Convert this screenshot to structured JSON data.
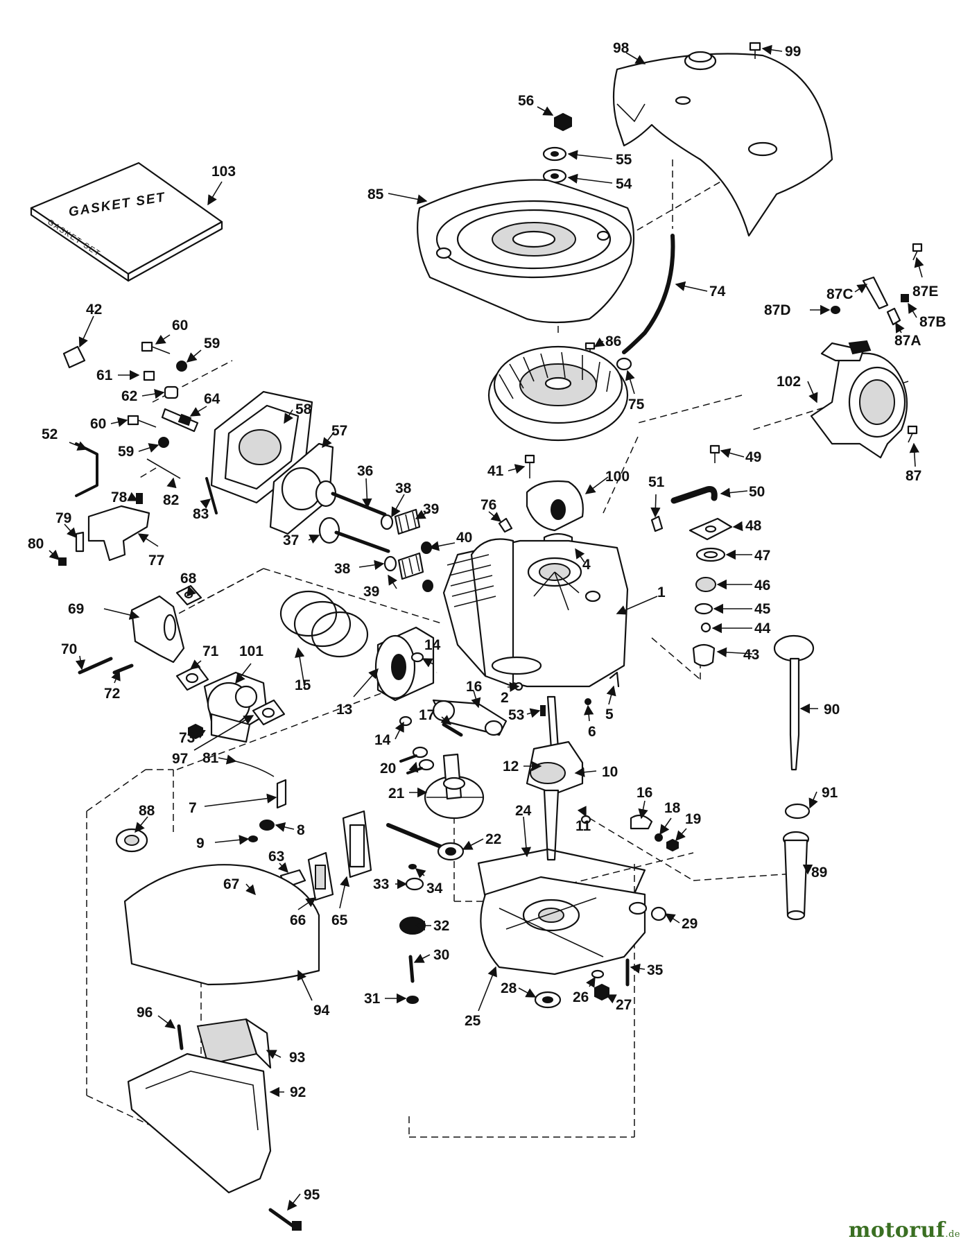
{
  "diagram": {
    "gasket_set_label": "GASKET SET",
    "gasket_set_side_label": "GASKET SET",
    "callouts": [
      {
        "id": "c98",
        "text": "98"
      },
      {
        "id": "c99",
        "text": "99"
      },
      {
        "id": "c56",
        "text": "56"
      },
      {
        "id": "c55",
        "text": "55"
      },
      {
        "id": "c54",
        "text": "54"
      },
      {
        "id": "c103",
        "text": "103"
      },
      {
        "id": "c85",
        "text": "85"
      },
      {
        "id": "c74",
        "text": "74"
      },
      {
        "id": "c87E",
        "text": "87E"
      },
      {
        "id": "c87C",
        "text": "87C"
      },
      {
        "id": "c87D",
        "text": "87D"
      },
      {
        "id": "c87B",
        "text": "87B"
      },
      {
        "id": "c87A",
        "text": "87A"
      },
      {
        "id": "c42",
        "text": "42"
      },
      {
        "id": "c60a",
        "text": "60"
      },
      {
        "id": "c59a",
        "text": "59"
      },
      {
        "id": "c86",
        "text": "86"
      },
      {
        "id": "c61",
        "text": "61"
      },
      {
        "id": "c62",
        "text": "62"
      },
      {
        "id": "c64",
        "text": "64"
      },
      {
        "id": "c75",
        "text": "75"
      },
      {
        "id": "c102",
        "text": "102"
      },
      {
        "id": "c58",
        "text": "58"
      },
      {
        "id": "c52",
        "text": "52"
      },
      {
        "id": "c60b",
        "text": "60"
      },
      {
        "id": "c57",
        "text": "57"
      },
      {
        "id": "c59b",
        "text": "59"
      },
      {
        "id": "c49",
        "text": "49"
      },
      {
        "id": "c41",
        "text": "41"
      },
      {
        "id": "c100",
        "text": "100"
      },
      {
        "id": "c87",
        "text": "87"
      },
      {
        "id": "c36",
        "text": "36"
      },
      {
        "id": "c51",
        "text": "51"
      },
      {
        "id": "c50",
        "text": "50"
      },
      {
        "id": "c38a",
        "text": "38"
      },
      {
        "id": "c78",
        "text": "78"
      },
      {
        "id": "c82",
        "text": "82"
      },
      {
        "id": "c39a",
        "text": "39"
      },
      {
        "id": "c76",
        "text": "76"
      },
      {
        "id": "c48",
        "text": "48"
      },
      {
        "id": "c83",
        "text": "83"
      },
      {
        "id": "c79",
        "text": "79"
      },
      {
        "id": "c37",
        "text": "37"
      },
      {
        "id": "c40",
        "text": "40"
      },
      {
        "id": "c47",
        "text": "47"
      },
      {
        "id": "c80",
        "text": "80"
      },
      {
        "id": "c77",
        "text": "77"
      },
      {
        "id": "c4",
        "text": "4"
      },
      {
        "id": "c38b",
        "text": "38"
      },
      {
        "id": "c68",
        "text": "68"
      },
      {
        "id": "c46",
        "text": "46"
      },
      {
        "id": "c39b",
        "text": "39"
      },
      {
        "id": "c1",
        "text": "1"
      },
      {
        "id": "c45",
        "text": "45"
      },
      {
        "id": "c69",
        "text": "69"
      },
      {
        "id": "c44",
        "text": "44"
      },
      {
        "id": "c70",
        "text": "70"
      },
      {
        "id": "c14a",
        "text": "14"
      },
      {
        "id": "c71",
        "text": "71"
      },
      {
        "id": "c101",
        "text": "101"
      },
      {
        "id": "c43",
        "text": "43"
      },
      {
        "id": "c15",
        "text": "15"
      },
      {
        "id": "c72",
        "text": "72"
      },
      {
        "id": "c16a",
        "text": "16"
      },
      {
        "id": "c2",
        "text": "2"
      },
      {
        "id": "c5",
        "text": "5"
      },
      {
        "id": "c13",
        "text": "13"
      },
      {
        "id": "c90",
        "text": "90"
      },
      {
        "id": "c53",
        "text": "53"
      },
      {
        "id": "c17",
        "text": "17"
      },
      {
        "id": "c6",
        "text": "6"
      },
      {
        "id": "c73",
        "text": "73"
      },
      {
        "id": "c14b",
        "text": "14"
      },
      {
        "id": "c97",
        "text": "97"
      },
      {
        "id": "c20",
        "text": "20"
      },
      {
        "id": "c12",
        "text": "12"
      },
      {
        "id": "c10",
        "text": "10"
      },
      {
        "id": "c81",
        "text": "81"
      },
      {
        "id": "c21",
        "text": "21"
      },
      {
        "id": "c91",
        "text": "91"
      },
      {
        "id": "c7",
        "text": "7"
      },
      {
        "id": "c16b",
        "text": "16"
      },
      {
        "id": "c88",
        "text": "88"
      },
      {
        "id": "c24",
        "text": "24"
      },
      {
        "id": "c18",
        "text": "18"
      },
      {
        "id": "c19",
        "text": "19"
      },
      {
        "id": "c11",
        "text": "11"
      },
      {
        "id": "c8",
        "text": "8"
      },
      {
        "id": "c9",
        "text": "9"
      },
      {
        "id": "c22",
        "text": "22"
      },
      {
        "id": "c63",
        "text": "63"
      },
      {
        "id": "c89",
        "text": "89"
      },
      {
        "id": "c67",
        "text": "67"
      },
      {
        "id": "c33",
        "text": "33"
      },
      {
        "id": "c34",
        "text": "34"
      },
      {
        "id": "c66",
        "text": "66"
      },
      {
        "id": "c65",
        "text": "65"
      },
      {
        "id": "c32",
        "text": "32"
      },
      {
        "id": "c29",
        "text": "29"
      },
      {
        "id": "c30",
        "text": "30"
      },
      {
        "id": "c35",
        "text": "35"
      },
      {
        "id": "c31",
        "text": "31"
      },
      {
        "id": "c28",
        "text": "28"
      },
      {
        "id": "c26",
        "text": "26"
      },
      {
        "id": "c27",
        "text": "27"
      },
      {
        "id": "c25",
        "text": "25"
      },
      {
        "id": "c94",
        "text": "94"
      },
      {
        "id": "c96",
        "text": "96"
      },
      {
        "id": "c93",
        "text": "93"
      },
      {
        "id": "c92",
        "text": "92"
      },
      {
        "id": "c95",
        "text": "95"
      }
    ]
  },
  "watermark": {
    "main": "motoruf",
    "suffix": ".de"
  }
}
